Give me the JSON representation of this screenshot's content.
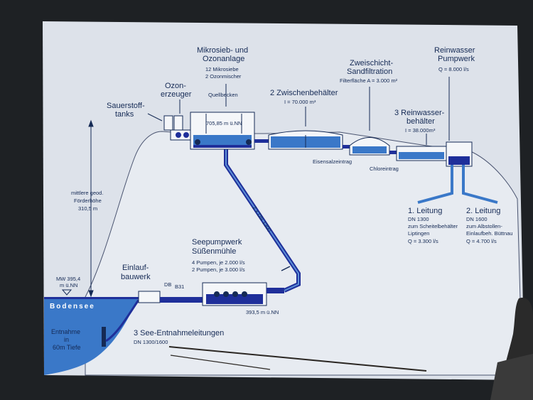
{
  "labels": {
    "sauerstoff_1": "Sauerstoff-",
    "sauerstoff_2": "tanks",
    "ozon_1": "Ozon-",
    "ozon_2": "erzeuger",
    "mikro_1": "Mikrosieb- und",
    "mikro_2": "Ozonanlage",
    "mikro_d1": "12 Mikrosiebe",
    "mikro_d2": "2 Ozonmischer",
    "quellbecken": "Quellbecken",
    "quell_level": "705,85 m ü.NN",
    "zwischen": "2 Zwischenbehälter",
    "zwischen_vol": "I = 70.000 m³",
    "sand_1": "Zweischicht-",
    "sand_2": "Sandfiltration",
    "sand_d": "Filterfläche A = 3.000 m²",
    "rein_pw_1": "Reinwasser",
    "rein_pw_2": "Pumpwerk",
    "rein_pw_q": "Q = 8.000 l/s",
    "rein_beh_1": "3 Reinwasser-",
    "rein_beh_2": "behälter",
    "rein_beh_vol": "I = 38.000m³",
    "eisensalz": "Eisensalzeintrag",
    "chlor": "Chloreintrag",
    "foerder_1": "mittlere geod.",
    "foerder_2": "Förderhöhe",
    "foerder_3": "310,5 m",
    "pipe_dn": "2 x DN 1300",
    "seepump_1": "Seepumpwerk",
    "seepump_2": "Süßenmühle",
    "seepump_d1": "4 Pumpen, je 2.000 l/s",
    "seepump_d2": "2 Pumpen, je 3.000 l/s",
    "einlauf_1": "Einlauf-",
    "einlauf_2": "bauwerk",
    "db": "DB",
    "b31": "B31",
    "mw_1": "MW 395,4",
    "mw_2": "m ü.NN",
    "bodensee": "Bodensee",
    "pump_level": "393,5 m ü.NN",
    "entnahme_1": "Entnahme",
    "entnahme_2": "in",
    "entnahme_3": "60m Tiefe",
    "see_leit_1": "3 See-Entnahmeleitungen",
    "see_leit_2": "DN 1300/1600",
    "l1_title": "1. Leitung",
    "l1_dn": "DN 1300",
    "l1_d1": "zum Scheitelbehälter",
    "l1_d2": "Liptingen",
    "l1_q": "Q = 3.300 l/s",
    "l2_title": "2. Leitung",
    "l2_dn": "DN 1600",
    "l2_d1": "zum Albstollen-",
    "l2_d2": "Einlaufbeh. Büttnau",
    "l2_q": "Q = 4.700 l/s"
  },
  "colors": {
    "pipe": "#1f2f9a",
    "water": "#3a78c8",
    "text": "#152a55",
    "slide": "#dde2ea"
  }
}
